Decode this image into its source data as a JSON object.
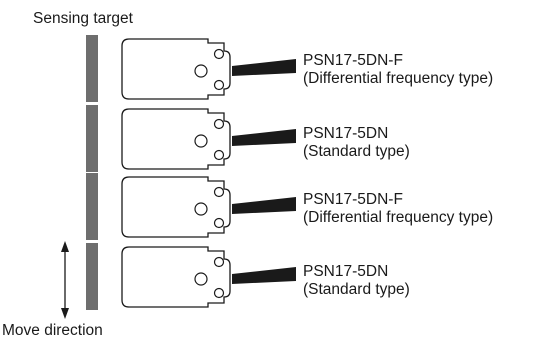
{
  "header": {
    "sensing_target_label": "Sensing target"
  },
  "footer": {
    "move_direction_label": "Move direction"
  },
  "sensors": [
    {
      "model": "PSN17-5DN-F",
      "type": "(Differential frequency type)"
    },
    {
      "model": "PSN17-5DN",
      "type": "(Standard type)"
    },
    {
      "model": "PSN17-5DN-F",
      "type": "(Differential frequency type)"
    },
    {
      "model": "PSN17-5DN",
      "type": "(Standard type)"
    }
  ],
  "colors": {
    "target": "#6e6e6e",
    "cable": "#1a1a1a",
    "outline": "#1a1a1a"
  }
}
